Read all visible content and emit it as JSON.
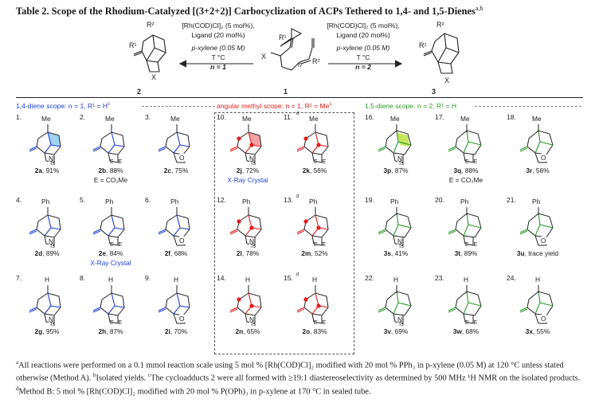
{
  "title": {
    "table_label": "Table 2.",
    "text": "Scope of the Rhodium-Catalyzed [(3+2+2)] Carbocyclization of ACPs Tethered to 1,4- and 1,5-Dienes",
    "marks": "a,b"
  },
  "scheme": {
    "left_conditions": [
      "[Rh(COD)Cl]₂ (5 mol%),",
      "Ligand (20 mol%)",
      "p-xylene (0.05 M)",
      "T °C",
      "n = 1"
    ],
    "right_conditions": [
      "[Rh(COD)Cl]₂ (5 mol%),",
      "Ligand (20 mol%)",
      "p-xylene (0.05 M)",
      "T °C",
      "n = 2"
    ],
    "product_left": "2",
    "substrate": "1",
    "product_right": "3",
    "labels": {
      "R1": "R¹",
      "R2": "R²",
      "X": "X",
      "n": "n"
    }
  },
  "sections": [
    {
      "text": "1,4-diene scope: n = 1, R¹ = H",
      "mark": "c",
      "color": "#1f3fd6"
    },
    {
      "text": "angular methyl scope: n = 1, R¹ = Me",
      "mark": "c",
      "color": "#e31d1d"
    },
    {
      "text": "1,5-diene scope: n = 2, R¹ = H",
      "mark": "",
      "color": "#2d9a2d"
    }
  ],
  "entries": [
    {
      "num": "1.",
      "mark": "",
      "compound": "2a",
      "yield": "91%",
      "r2": "Me",
      "x": "N",
      "xsub": "Ts",
      "sub": "",
      "col": "blue",
      "hl": "blue"
    },
    {
      "num": "2.",
      "mark": "",
      "compound": "2b",
      "yield": "88%",
      "r2": "Me",
      "x": "C",
      "xsub": "E   E",
      "sub": "E = CO₂Me",
      "col": "blue",
      "hl": ""
    },
    {
      "num": "3.",
      "mark": "",
      "compound": "2c",
      "yield": "75%",
      "r2": "Me",
      "x": "O",
      "xsub": "",
      "sub": "",
      "col": "blue",
      "hl": ""
    },
    {
      "num": "10.",
      "mark": "",
      "compound": "2j",
      "yield": "72%",
      "r2": "Me",
      "x": "N",
      "xsub": "Ts",
      "sub": "X-Ray Crystal",
      "col": "red",
      "hl": "red"
    },
    {
      "num": "11.",
      "mark": "d",
      "compound": "2k",
      "yield": "56%",
      "r2": "Me",
      "x": "C",
      "xsub": "E   E",
      "sub": "",
      "col": "red",
      "hl": ""
    },
    {
      "num": "16.",
      "mark": "",
      "compound": "3p",
      "yield": "87%",
      "r2": "Me",
      "x": "N",
      "xsub": "Ts",
      "sub": "",
      "col": "green",
      "hl": "green"
    },
    {
      "num": "17.",
      "mark": "",
      "compound": "3q",
      "yield": "88%",
      "r2": "Me",
      "x": "C",
      "xsub": "E   E",
      "sub": "E = CO₂Me",
      "col": "green",
      "hl": ""
    },
    {
      "num": "18.",
      "mark": "",
      "compound": "3r",
      "yield": "56%",
      "r2": "Me",
      "x": "O",
      "xsub": "",
      "sub": "",
      "col": "green",
      "hl": ""
    },
    {
      "num": "4.",
      "mark": "",
      "compound": "2d",
      "yield": "89%",
      "r2": "Ph",
      "x": "N",
      "xsub": "Ts",
      "sub": "",
      "col": "blue",
      "hl": ""
    },
    {
      "num": "5.",
      "mark": "",
      "compound": "2e",
      "yield": "84%",
      "r2": "Ph",
      "x": "C",
      "xsub": "E   E",
      "sub": "X-Ray Crystal",
      "col": "blue",
      "hl": ""
    },
    {
      "num": "6.",
      "mark": "",
      "compound": "2f",
      "yield": "68%",
      "r2": "Ph",
      "x": "O",
      "xsub": "",
      "sub": "",
      "col": "blue",
      "hl": ""
    },
    {
      "num": "12.",
      "mark": "",
      "compound": "2l",
      "yield": "78%",
      "r2": "Ph",
      "x": "N",
      "xsub": "Ts",
      "sub": "",
      "col": "red",
      "hl": ""
    },
    {
      "num": "13.",
      "mark": "d",
      "compound": "2m",
      "yield": "52%",
      "r2": "Ph",
      "x": "C",
      "xsub": "E   E",
      "sub": "",
      "col": "red",
      "hl": ""
    },
    {
      "num": "19.",
      "mark": "",
      "compound": "3s",
      "yield": "41%",
      "r2": "Ph",
      "x": "N",
      "xsub": "Ts",
      "sub": "",
      "col": "green",
      "hl": ""
    },
    {
      "num": "20.",
      "mark": "",
      "compound": "3t",
      "yield": "89%",
      "r2": "Ph",
      "x": "C",
      "xsub": "E   E",
      "sub": "",
      "col": "green",
      "hl": ""
    },
    {
      "num": "21.",
      "mark": "",
      "compound": "3u",
      "yield": "trace yield",
      "r2": "Ph",
      "x": "O",
      "xsub": "",
      "sub": "",
      "col": "green",
      "hl": ""
    },
    {
      "num": "7.",
      "mark": "",
      "compound": "2g",
      "yield": "95%",
      "r2": "H",
      "x": "N",
      "xsub": "Ts",
      "sub": "",
      "col": "blue",
      "hl": ""
    },
    {
      "num": "8.",
      "mark": "",
      "compound": "2h",
      "yield": "87%",
      "r2": "H",
      "x": "C",
      "xsub": "E   E",
      "sub": "",
      "col": "blue",
      "hl": ""
    },
    {
      "num": "9.",
      "mark": "",
      "compound": "2i",
      "yield": "70%",
      "r2": "H",
      "x": "O",
      "xsub": "",
      "sub": "",
      "col": "blue",
      "hl": ""
    },
    {
      "num": "14.",
      "mark": "",
      "compound": "2n",
      "yield": "65%",
      "r2": "H",
      "x": "N",
      "xsub": "Ts",
      "sub": "",
      "col": "red",
      "hl": ""
    },
    {
      "num": "15.",
      "mark": "d",
      "compound": "2o",
      "yield": "83%",
      "r2": "H",
      "x": "C",
      "xsub": "E   E",
      "sub": "",
      "col": "red",
      "hl": ""
    },
    {
      "num": "22.",
      "mark": "",
      "compound": "3v",
      "yield": "69%",
      "r2": "H",
      "x": "N",
      "xsub": "Ts",
      "sub": "",
      "col": "green",
      "hl": ""
    },
    {
      "num": "23.",
      "mark": "",
      "compound": "3w",
      "yield": "68%",
      "r2": "H",
      "x": "C",
      "xsub": "E   E",
      "sub": "",
      "col": "green",
      "hl": ""
    },
    {
      "num": "24.",
      "mark": "",
      "compound": "3x",
      "yield": "55%",
      "r2": "H",
      "x": "O",
      "xsub": "",
      "sub": "",
      "col": "green",
      "hl": ""
    }
  ],
  "colors": {
    "blue": "#1f3fd6",
    "red": "#e31d1d",
    "green": "#2d9a2d",
    "blue_fill": "#9fd3f2",
    "red_fill": "#f4a3a3",
    "green_fill": "#c8e65a",
    "text": "#1a1a1a"
  },
  "footnotes": [
    {
      "mark": "a",
      "text": "All reactions were performed on a 0.1 mmol reaction scale using 5 mol % [Rh(COD)Cl]₂ modified with 20 mol % PPh₃ in p-xylene (0.05 M) at 120 °C unless stated otherwise (Method A)."
    },
    {
      "mark": "b",
      "text": "Isolated yields."
    },
    {
      "mark": "c",
      "text": "The cycloadducts 2 were all formed with ≥19:1 diastereoselectivity as determined by 500 MHz ¹H NMR on the isolated products."
    },
    {
      "mark": "d",
      "text": "Method B: 5 mol % [Rh(COD)Cl]₂ modified with 20 mol % P(OPh)₃ in p-xylene at 170 °C in sealed tube."
    }
  ]
}
